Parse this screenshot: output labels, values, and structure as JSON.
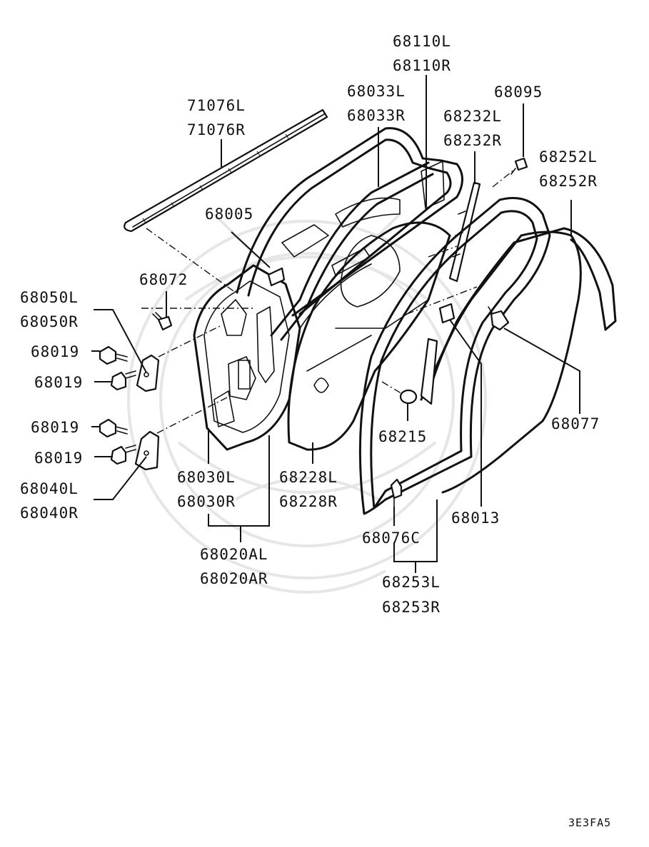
{
  "diagram": {
    "code": "3E3FA5",
    "parts": [
      {
        "id": "71076",
        "lines": [
          "71076L",
          "71076R"
        ]
      },
      {
        "id": "68110",
        "lines": [
          "68110L",
          "68110R"
        ]
      },
      {
        "id": "68033",
        "lines": [
          "68033L",
          "68033R"
        ]
      },
      {
        "id": "68095",
        "lines": [
          "68095"
        ]
      },
      {
        "id": "68232",
        "lines": [
          "68232L",
          "68232R"
        ]
      },
      {
        "id": "68252",
        "lines": [
          "68252L",
          "68252R"
        ]
      },
      {
        "id": "68005",
        "lines": [
          "68005"
        ]
      },
      {
        "id": "68072",
        "lines": [
          "68072"
        ]
      },
      {
        "id": "68050",
        "lines": [
          "68050L",
          "68050R"
        ]
      },
      {
        "id": "68019a",
        "lines": [
          "68019"
        ]
      },
      {
        "id": "68019b",
        "lines": [
          "68019"
        ]
      },
      {
        "id": "68019c",
        "lines": [
          "68019"
        ]
      },
      {
        "id": "68019d",
        "lines": [
          "68019"
        ]
      },
      {
        "id": "68040",
        "lines": [
          "68040L",
          "68040R"
        ]
      },
      {
        "id": "68030",
        "lines": [
          "68030L",
          "68030R"
        ]
      },
      {
        "id": "68228",
        "lines": [
          "68228L",
          "68228R"
        ]
      },
      {
        "id": "68020",
        "lines": [
          "68020AL",
          "68020AR"
        ]
      },
      {
        "id": "68215",
        "lines": [
          "68215"
        ]
      },
      {
        "id": "68077",
        "lines": [
          "68077"
        ]
      },
      {
        "id": "68013",
        "lines": [
          "68013"
        ]
      },
      {
        "id": "68076",
        "lines": [
          "68076C"
        ]
      },
      {
        "id": "68253",
        "lines": [
          "68253L",
          "68253R"
        ]
      }
    ]
  }
}
